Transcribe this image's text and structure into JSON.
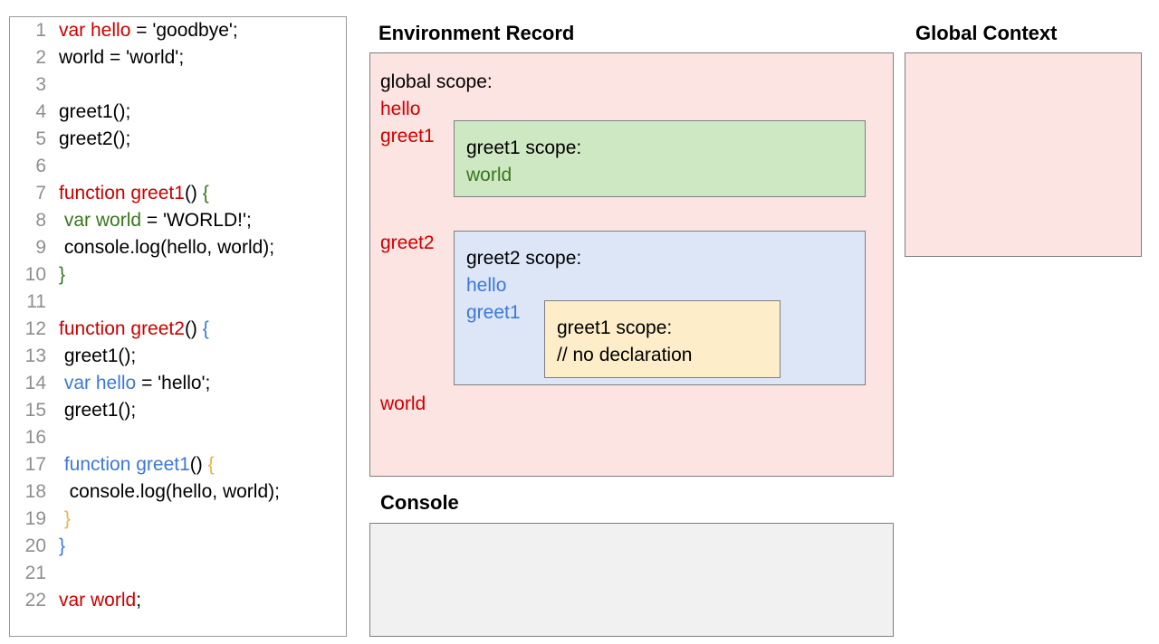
{
  "code_panel": {
    "lines": [
      {
        "number": "1",
        "segments": [
          {
            "text": "var hello",
            "color": "red"
          },
          {
            "text": " = 'goodbye';",
            "color": "black"
          }
        ]
      },
      {
        "number": "2",
        "segments": [
          {
            "text": "world = 'world';",
            "color": "black"
          }
        ]
      },
      {
        "number": "3",
        "segments": [
          {
            "text": "",
            "color": "black"
          }
        ]
      },
      {
        "number": "4",
        "segments": [
          {
            "text": "greet1();",
            "color": "black"
          }
        ]
      },
      {
        "number": "5",
        "segments": [
          {
            "text": "greet2();",
            "color": "black"
          }
        ]
      },
      {
        "number": "6",
        "segments": [
          {
            "text": "",
            "color": "black"
          }
        ]
      },
      {
        "number": "7",
        "segments": [
          {
            "text": "function greet1",
            "color": "red"
          },
          {
            "text": "() ",
            "color": "black"
          },
          {
            "text": "{",
            "color": "green"
          }
        ]
      },
      {
        "number": "8",
        "segments": [
          {
            "text": " ",
            "color": "black"
          },
          {
            "text": "var world",
            "color": "green"
          },
          {
            "text": " = 'WORLD!';",
            "color": "black"
          }
        ]
      },
      {
        "number": "9",
        "segments": [
          {
            "text": " console.log(hello, world);",
            "color": "black"
          }
        ]
      },
      {
        "number": "10",
        "segments": [
          {
            "text": "}",
            "color": "green"
          }
        ]
      },
      {
        "number": "11",
        "segments": [
          {
            "text": "",
            "color": "black"
          }
        ]
      },
      {
        "number": "12",
        "segments": [
          {
            "text": "function greet2",
            "color": "red"
          },
          {
            "text": "() ",
            "color": "black"
          },
          {
            "text": "{",
            "color": "blue"
          }
        ]
      },
      {
        "number": "13",
        "segments": [
          {
            "text": " greet1();",
            "color": "black"
          }
        ]
      },
      {
        "number": "14",
        "segments": [
          {
            "text": " ",
            "color": "black"
          },
          {
            "text": "var hello",
            "color": "blue"
          },
          {
            "text": " = 'hello';",
            "color": "black"
          }
        ]
      },
      {
        "number": "15",
        "segments": [
          {
            "text": " greet1();",
            "color": "black"
          }
        ]
      },
      {
        "number": "16",
        "segments": [
          {
            "text": "",
            "color": "black"
          }
        ]
      },
      {
        "number": "17",
        "segments": [
          {
            "text": " ",
            "color": "black"
          },
          {
            "text": "function greet1",
            "color": "blue"
          },
          {
            "text": "() ",
            "color": "black"
          },
          {
            "text": "{",
            "color": "orange"
          }
        ]
      },
      {
        "number": "18",
        "segments": [
          {
            "text": "  console.log(hello, world);",
            "color": "black"
          }
        ]
      },
      {
        "number": "19",
        "segments": [
          {
            "text": " ",
            "color": "black"
          },
          {
            "text": "}",
            "color": "orange"
          }
        ]
      },
      {
        "number": "20",
        "segments": [
          {
            "text": "}",
            "color": "blue"
          }
        ]
      },
      {
        "number": "21",
        "segments": [
          {
            "text": "",
            "color": "black"
          }
        ]
      },
      {
        "number": "22",
        "segments": [
          {
            "text": "var world",
            "color": "red"
          },
          {
            "text": ";",
            "color": "black"
          }
        ]
      }
    ]
  },
  "environment_record": {
    "title": "Environment Record",
    "global_scope": {
      "label": "global scope:",
      "bindings": [
        "hello",
        "greet1",
        "greet2",
        "world"
      ]
    },
    "greet1_scope": {
      "label": "greet1 scope:",
      "bindings": [
        "world"
      ]
    },
    "greet2_scope": {
      "label": "greet2 scope:",
      "bindings": [
        "hello",
        "greet1"
      ]
    },
    "greet1_inner_scope": {
      "label": "greet1 scope:",
      "bindings": [
        "// no declaration"
      ]
    }
  },
  "console": {
    "title": "Console",
    "output": ""
  },
  "global_context": {
    "title": "Global Context",
    "content": ""
  },
  "colors": {
    "red": "#cc0000",
    "green": "#38761d",
    "blue": "#3c78d8",
    "orange": "#e8b44a",
    "pink_fill": "#fce4e2",
    "green_fill": "#cde8c3",
    "blue_fill": "#dce6f7",
    "yellow_fill": "#fdeec9",
    "gray_fill": "#f1f1f1",
    "border": "#7f7f7f",
    "line_number": "#8f8f8f"
  }
}
